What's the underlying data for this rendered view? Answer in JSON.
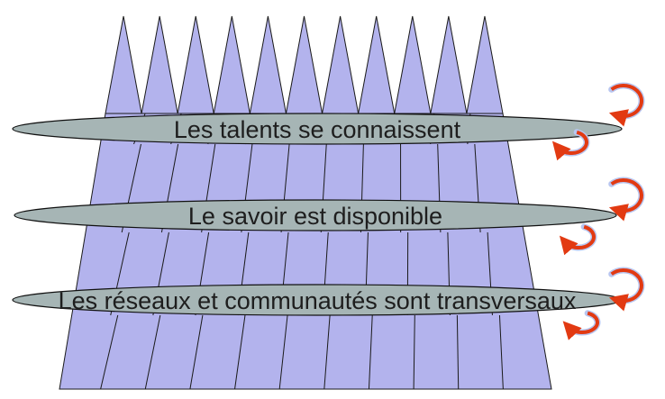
{
  "diagram": {
    "rings": [
      {
        "label": "Les talents se connaissent"
      },
      {
        "label": "Le savoir est disponible"
      },
      {
        "label": "Les réseaux et communautés sont transversaux"
      }
    ],
    "colors": {
      "column_fill": "#b3b3ed",
      "column_stroke": "#1a1a1a",
      "ring_fill": "#a6b5b5",
      "ring_stroke": "#111111",
      "arrow_red": "#e23a12",
      "arrow_light": "#b8c6f0",
      "text": "#1e1e1e"
    },
    "column_count": 11,
    "icons": {
      "rotation_arrow": "circular-arrow-icon"
    }
  }
}
